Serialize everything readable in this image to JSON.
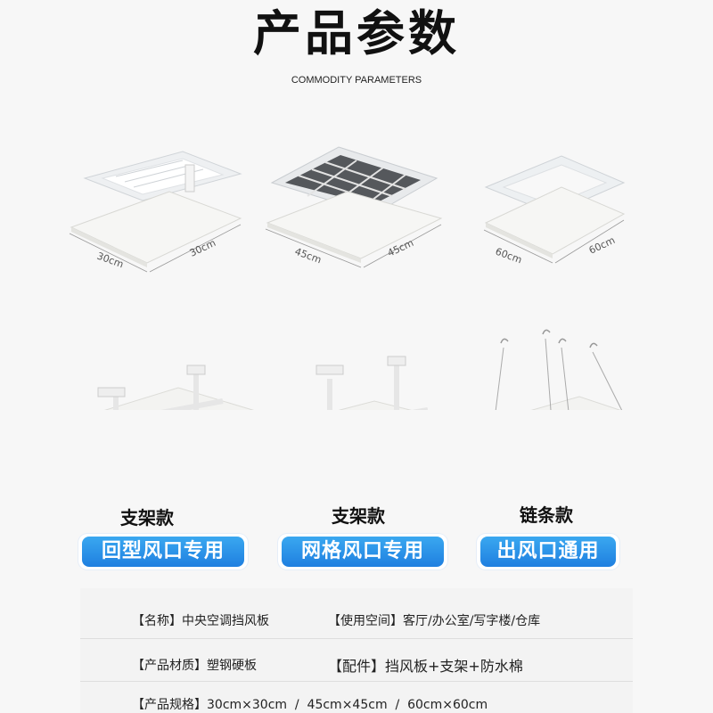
{
  "header": {
    "title": "产品参数",
    "subtitle": "COMMODITY PARAMETERS"
  },
  "sizes": [
    {
      "w": "30cm",
      "d": "30cm"
    },
    {
      "w": "45cm",
      "d": "45cm"
    },
    {
      "w": "60cm",
      "d": "60cm"
    }
  ],
  "styles": [
    {
      "type": "支架款",
      "usage": "回型风口专用"
    },
    {
      "type": "支架款",
      "usage": "网格风口专用"
    },
    {
      "type": "链条款",
      "usage": "出风口通用"
    }
  ],
  "specs": {
    "row1_left_label": "【名称】",
    "row1_left_value": "中央空调挡风板",
    "row1_right_label": "【使用空间】",
    "row1_right_value": "客厅/办公室/写字楼/仓库",
    "row2_left_label": "【产品材质】",
    "row2_left_value": "塑钢硬板",
    "row2_right_label": "【配件】",
    "row2_right_value": "挡风板+支架+防水棉",
    "row3_label": "【产品规格】",
    "row3_value": "30cm×30cm  /  45cm×45cm  /  60cm×60cm"
  },
  "colors": {
    "tag_blue": "#2a93ea",
    "background": "#f7f7f7"
  }
}
